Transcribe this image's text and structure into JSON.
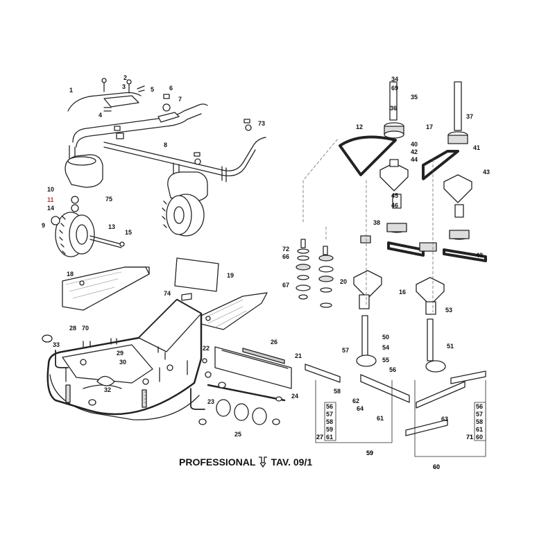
{
  "footer": {
    "title": "PROFESSIONAL",
    "code": "TAV. 09/1",
    "icon": "arrow-down-icon"
  },
  "highlight_color": "#c0392b",
  "callouts": [
    "1",
    "2",
    "3",
    "4",
    "5",
    "6",
    "7",
    "8",
    "9",
    "10",
    "11",
    "12",
    "13",
    "14",
    "15",
    "16",
    "17",
    "18",
    "19",
    "20",
    "21",
    "22",
    "23",
    "24",
    "25",
    "26",
    "27",
    "28",
    "29",
    "30",
    "32",
    "33",
    "34",
    "35",
    "36",
    "37",
    "38",
    "40",
    "41",
    "42",
    "43",
    "44",
    "45",
    "46",
    "48",
    "50",
    "51",
    "53",
    "54",
    "55",
    "56",
    "57",
    "58",
    "59",
    "60",
    "61",
    "62",
    "63",
    "64",
    "66",
    "67",
    "69",
    "70",
    "71",
    "72",
    "73",
    "74",
    "75"
  ],
  "group_left": {
    "number": "27",
    "items": [
      "56",
      "57",
      "58",
      "59",
      "61"
    ],
    "assembly": "59"
  },
  "group_right": {
    "number": "71",
    "items": [
      "56",
      "57",
      "58",
      "61",
      "60"
    ],
    "assembly": "60"
  }
}
